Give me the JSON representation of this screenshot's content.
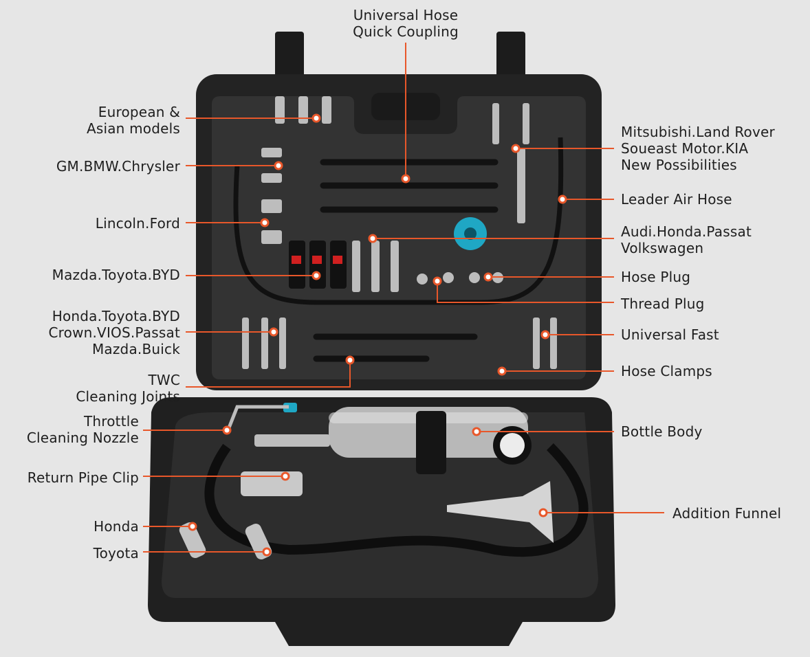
{
  "colors": {
    "background": "#e6e6e6",
    "leader": "#e8572a",
    "case": "#262626"
  },
  "labels": {
    "universal_hose": [
      "Universal Hose",
      "Quick Coupling"
    ],
    "european": [
      "European &",
      "Asian models"
    ],
    "gm": "GM.BMW.Chrysler",
    "lincoln": "Lincoln.Ford",
    "mazda": "Mazda.Toyota.BYD",
    "honda_group": [
      "Honda.Toyota.BYD",
      "Crown.VIOS.Passat",
      "Mazda.Buick"
    ],
    "twc": [
      "TWC",
      "Cleaning Joints"
    ],
    "throttle": [
      "Throttle",
      "Cleaning Nozzle"
    ],
    "return_pipe": "Return Pipe Clip",
    "honda": "Honda",
    "toyota": "Toyota",
    "mitsubishi": [
      "Mitsubishi.Land Rover",
      "Soueast Motor.KIA",
      "New Possibilities"
    ],
    "leader_air_hose": "Leader Air Hose",
    "audi": [
      "Audi.Honda.Passat",
      "Volkswagen"
    ],
    "hose_plug": "Hose Plug",
    "thread_plug": "Thread Plug",
    "universal_fast": "Universal Fast",
    "hose_clamps": "Hose Clamps",
    "bottle_body": "Bottle Body",
    "addition_funnel": "Addition Funnel"
  }
}
